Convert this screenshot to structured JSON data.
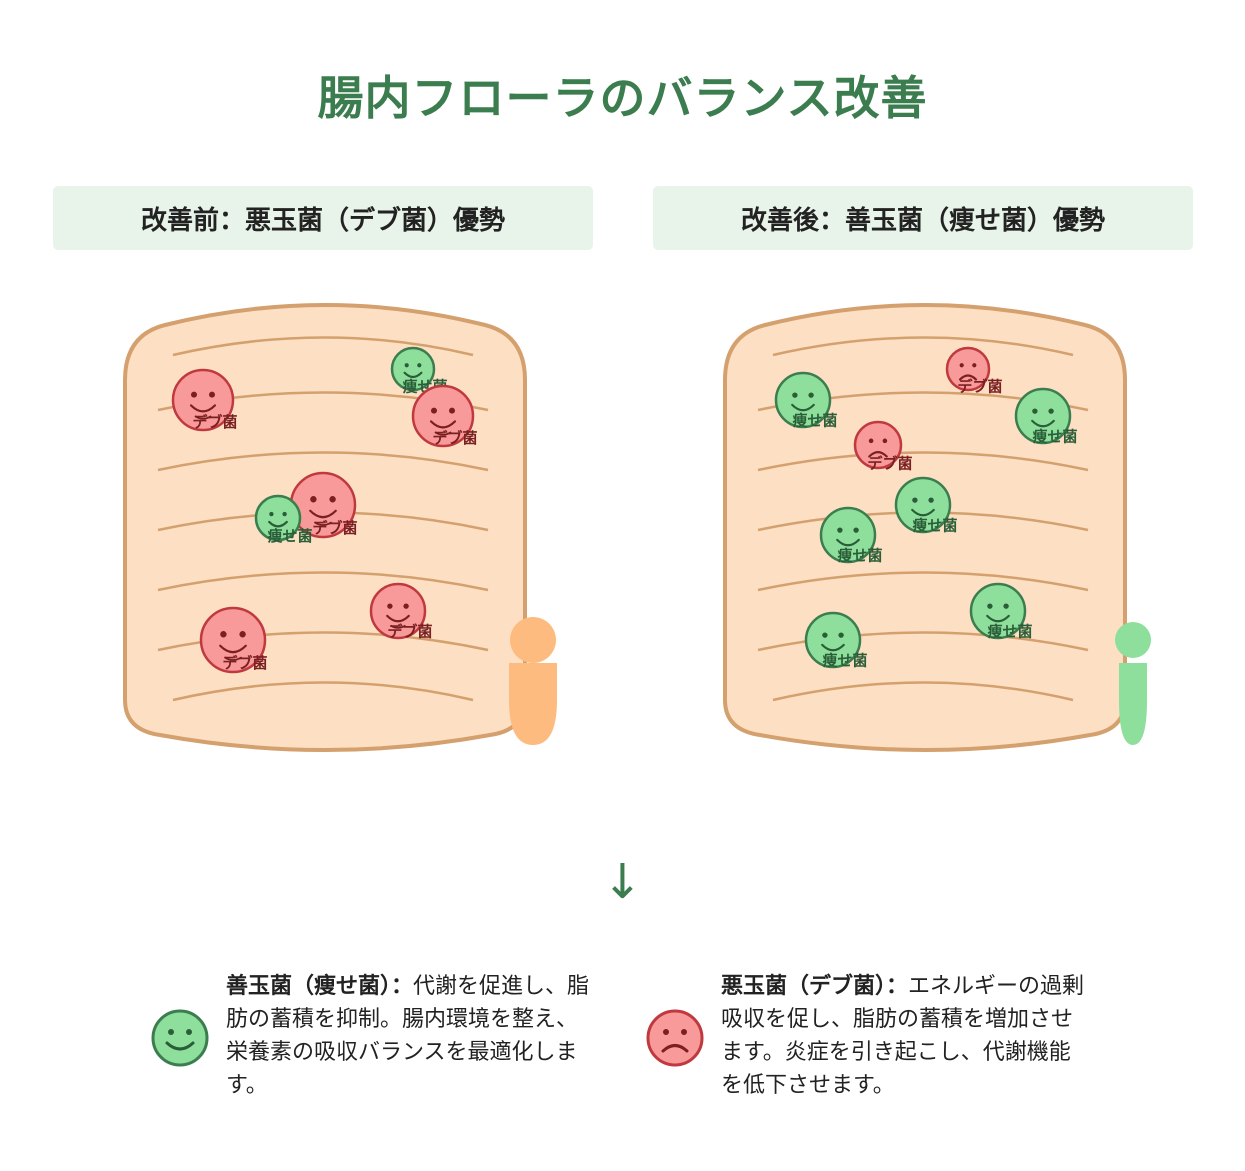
{
  "title": "腸内フローラのバランス改善",
  "panels": {
    "before": {
      "header": "改善前：悪玉菌（デブ菌）優勢"
    },
    "after": {
      "header": "改善後：善玉菌（痩せ菌）優勢"
    }
  },
  "bacteria_labels": {
    "good": "痩せ菌",
    "bad": "デブ菌"
  },
  "arrow": "↓",
  "legend": {
    "good": {
      "term": "善玉菌（痩せ菌）",
      "sep": "：",
      "description": "代謝を促進し、脂肪の蓄積を抑制。腸内環境を整え、栄養素の吸収バランスを最適化します。"
    },
    "bad": {
      "term": "悪玉菌（デブ菌）",
      "sep": "：",
      "description": "エネルギーの過剰吸収を促し、脂肪の蓄積を増加させます。炎症を引き起こし、代謝機能を低下させます。"
    }
  },
  "colors": {
    "title": "#3b7d4e",
    "header_bg": "#e8f3e9",
    "intestine_fill": "#fddfc4",
    "intestine_stroke": "#d4a06e",
    "good_fill": "#8fdf9c",
    "good_stroke": "#3b7d4e",
    "bad_fill": "#f99a9a",
    "bad_stroke": "#c0393f",
    "person_before": "#fdbb80",
    "person_after": "#8fdf9c"
  }
}
